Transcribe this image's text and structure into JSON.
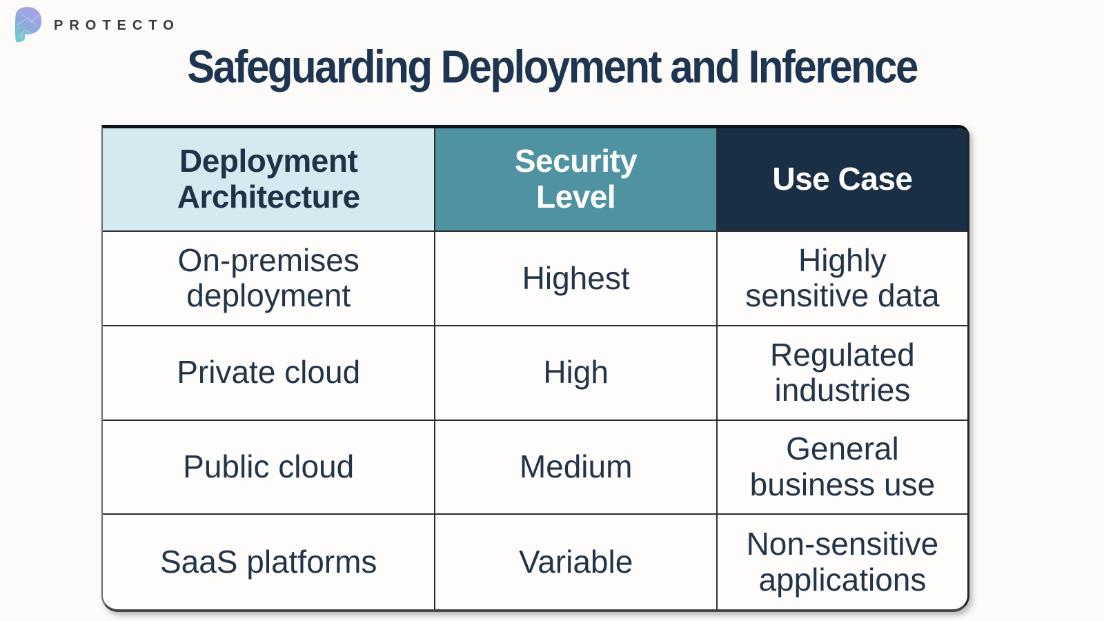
{
  "brand": {
    "name": "PROTECTO"
  },
  "title": "Safeguarding Deployment and Inference",
  "table": {
    "columns": [
      {
        "label": "Deployment\nArchitecture",
        "header_bg": "#d5eaf0",
        "header_text": "#1e3348"
      },
      {
        "label": "Security\nLevel",
        "header_bg": "#4f92a2",
        "header_text": "#ffffff"
      },
      {
        "label": "Use Case",
        "header_bg": "#192f45",
        "header_text": "#ffffff"
      }
    ],
    "rows": [
      {
        "deployment_architecture": "On-premises\ndeployment",
        "security_level": "Highest",
        "use_case": "Highly\nsensitive data"
      },
      {
        "deployment_architecture": "Private cloud",
        "security_level": "High",
        "use_case": "Regulated\nindustries"
      },
      {
        "deployment_architecture": "Public cloud",
        "security_level": "Medium",
        "use_case": "General\nbusiness use"
      },
      {
        "deployment_architecture": "SaaS platforms",
        "security_level": "Variable",
        "use_case": "Non-sensitive\napplications"
      }
    ]
  },
  "chart_data": {
    "type": "table",
    "title": "Safeguarding Deployment and Inference",
    "columns": [
      "Deployment Architecture",
      "Security Level",
      "Use Case"
    ],
    "rows": [
      [
        "On-premises deployment",
        "Highest",
        "Highly sensitive data"
      ],
      [
        "Private cloud",
        "High",
        "Regulated industries"
      ],
      [
        "Public cloud",
        "Medium",
        "General business use"
      ],
      [
        "SaaS platforms",
        "Variable",
        "Non-sensitive applications"
      ]
    ]
  },
  "colors": {
    "background": "#fcfbf9",
    "title_text": "#1d3550",
    "body_text": "#213449",
    "header_light_blue": "#d5eaf0",
    "header_teal": "#4f92a2",
    "header_navy": "#192f45",
    "table_border": "#2e2e2e",
    "logo_purple": "#aaa2e6",
    "logo_teal": "#6ed0c6"
  }
}
